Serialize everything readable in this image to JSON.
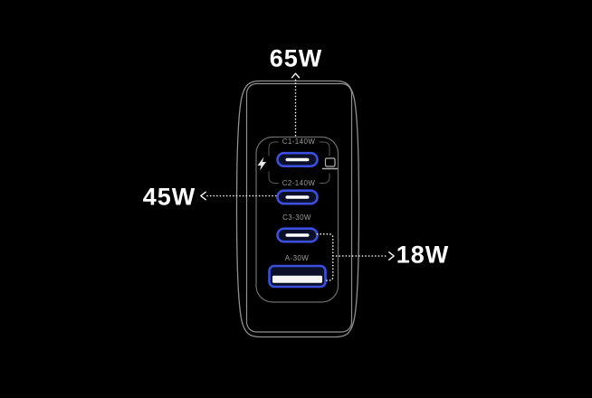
{
  "callouts": {
    "top_wattage": "65W",
    "left_wattage": "45W",
    "right_wattage": "18W"
  },
  "charger": {
    "ports": [
      {
        "label": "C1-140W",
        "type": "usb-c"
      },
      {
        "label": "C2-140W",
        "type": "usb-c"
      },
      {
        "label": "C3-30W",
        "type": "usb-c"
      },
      {
        "label": "A-30W",
        "type": "usb-a"
      }
    ],
    "icons": [
      {
        "name": "lightning-bolt-icon"
      },
      {
        "name": "laptop-icon"
      }
    ]
  },
  "colors": {
    "background": "#000000",
    "port_accent_blue": "#3B4EDC",
    "port_inner_navy": "#0b102a",
    "callout_white": "#FFFFFF",
    "port_label_gray": "#9A9A9A",
    "body_outline_gray": "#8F8F8F",
    "panel_outline_gray": "#6E6E6E",
    "bracket_gray": "#585858"
  }
}
